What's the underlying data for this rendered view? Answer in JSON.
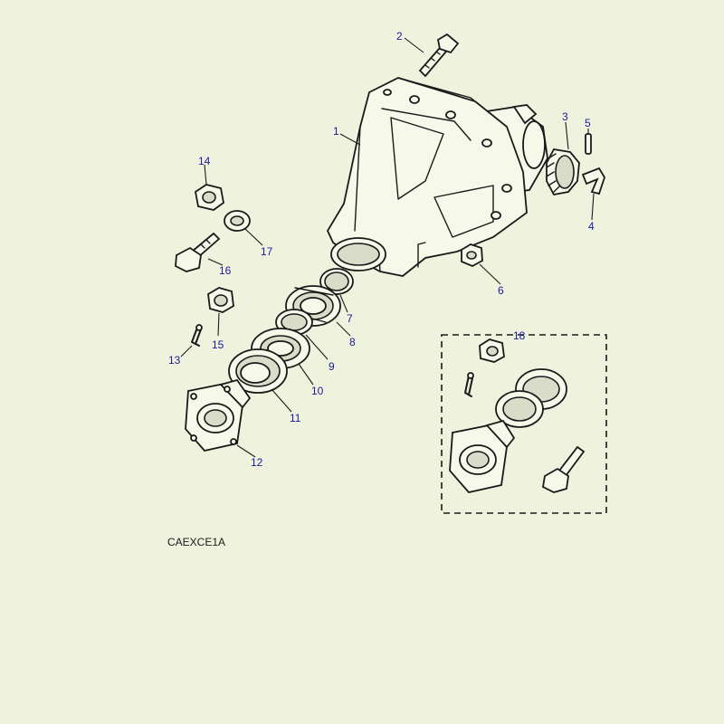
{
  "diagram": {
    "reference_code": "CAEXCE1A",
    "callouts": {
      "c1": "1",
      "c2": "2",
      "c3": "3",
      "c4": "4",
      "c5": "5",
      "c6": "6",
      "c7": "7",
      "c8": "8",
      "c9": "9",
      "c10": "10",
      "c11": "11",
      "c12": "12",
      "c13": "13",
      "c14": "14",
      "c15": "15",
      "c16": "16",
      "c17": "17",
      "c18": "18"
    }
  }
}
